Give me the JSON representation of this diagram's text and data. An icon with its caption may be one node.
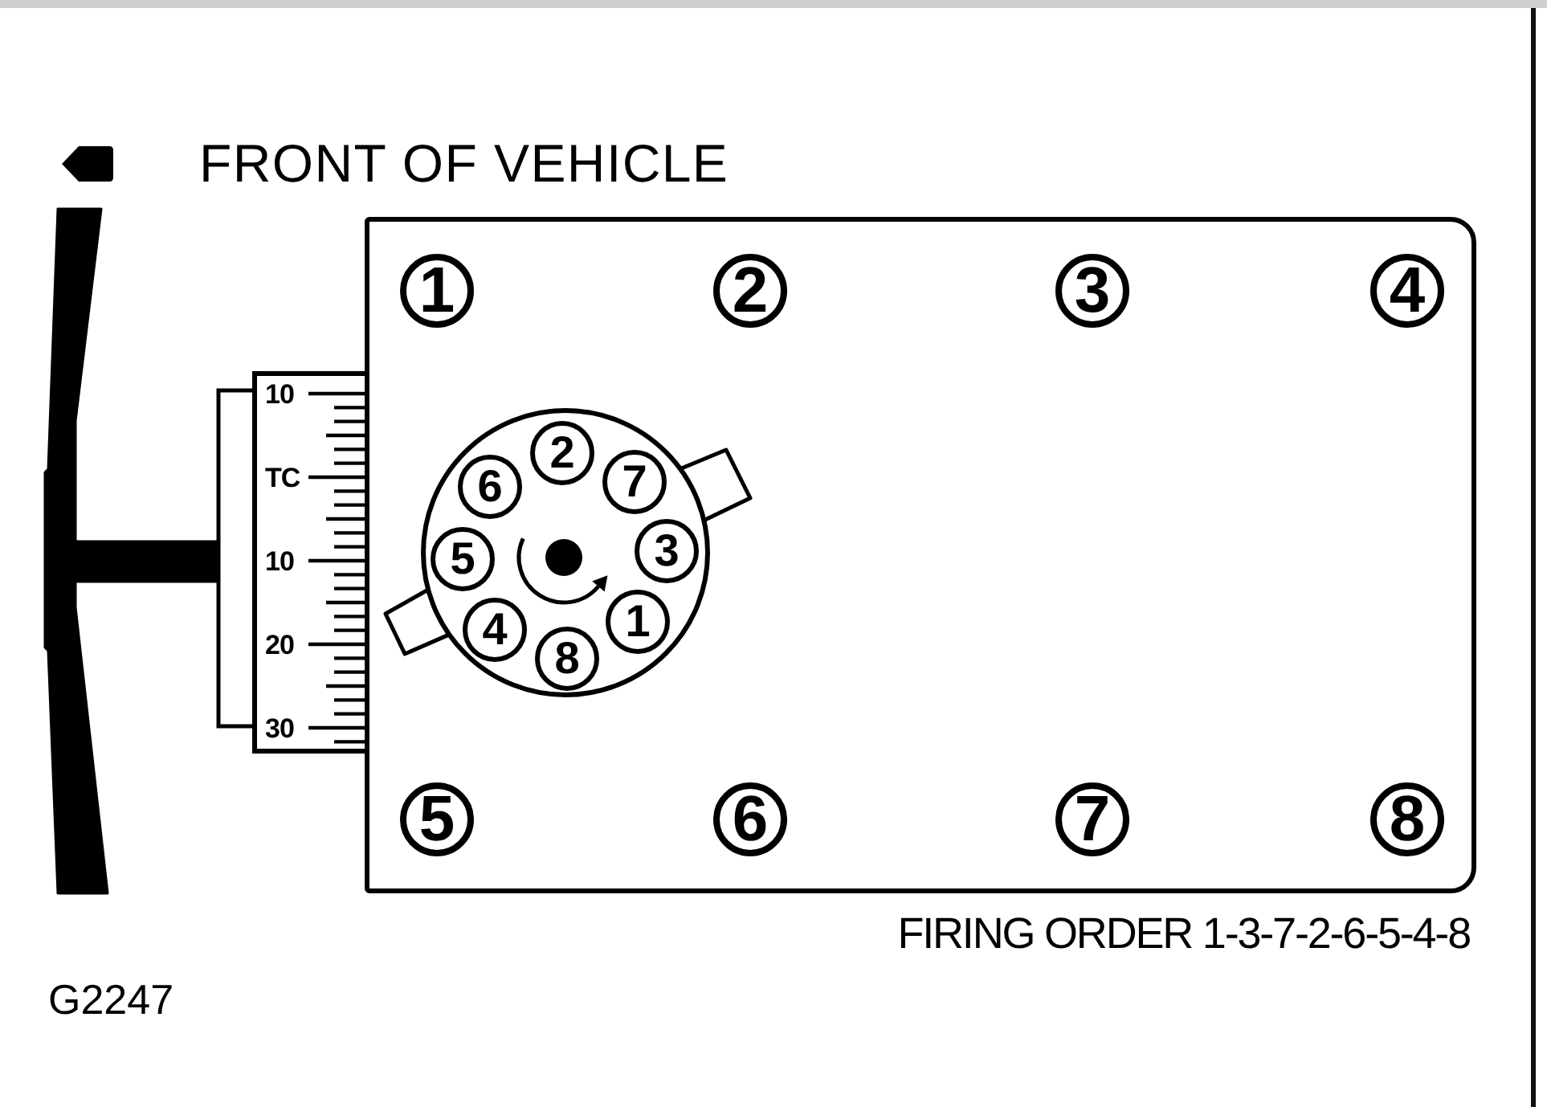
{
  "diagram": {
    "nodes": [
      {
        "text": [],
        "shape": "box"
      },
      {
        "text": [
          "1"
        ],
        "in": 0
      },
      {
        "text": [
          "2"
        ],
        "in": 0
      },
      {
        "text": [
          "3"
        ],
        "in": 0
      },
      {
        "text": [
          "4"
        ],
        "in": 0
      },
      {
        "text": [],
        "shape": "circle",
        "in": 0
      },
      {
        "text": [
          "2"
        ],
        "in": 5
      },
      {
        "text": [
          "6"
        ],
        "in": 5
      },
      {
        "text": [
          "7"
        ],
        "in": 5
      },
      {
        "text": [
          "5"
        ],
        "in": 5
      },
      {
        "text": [
          "3"
        ],
        "in": 5
      },
      {
        "text": [
          "4"
        ],
        "in": 5
      },
      {
        "text": [
          "1"
        ],
        "in": 5
      },
      {
        "text": [
          "8"
        ],
        "in": 5
      },
      {
        "text": [
          "5"
        ],
        "in": 0
      },
      {
        "text": [
          "6"
        ],
        "in": 0
      },
      {
        "text": [
          "7"
        ],
        "in": 0
      },
      {
        "text": [
          "8"
        ],
        "in": 0
      }
    ],
    "labels": [
      "FRONT OF VEHICLE",
      "10",
      "TC",
      "10",
      "20",
      "30",
      "FIRING ORDER 1-3-7-2-6-5-4-8",
      "G2247"
    ]
  }
}
